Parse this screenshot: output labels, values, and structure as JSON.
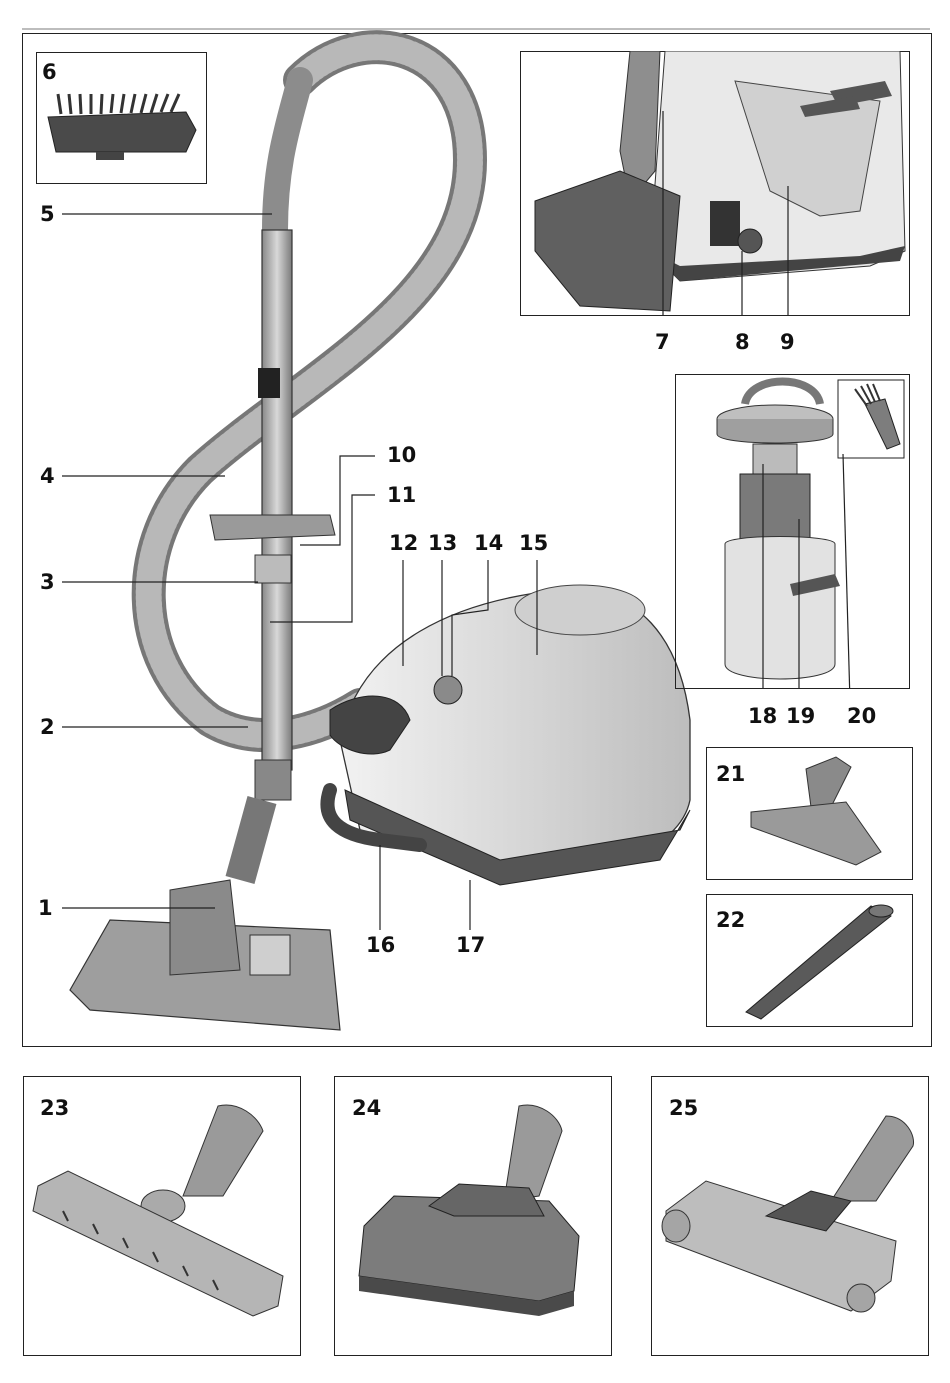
{
  "figure": {
    "main_labels": [
      "1",
      "2",
      "3",
      "4",
      "5",
      "6",
      "7",
      "8",
      "9",
      "10",
      "11",
      "12",
      "13",
      "14",
      "15",
      "16",
      "17",
      "18",
      "19",
      "20",
      "21",
      "22"
    ],
    "panel_labels": [
      "23",
      "24",
      "25"
    ]
  },
  "labels": {
    "l1": "1",
    "l2": "2",
    "l3": "3",
    "l4": "4",
    "l5": "5",
    "l6": "6",
    "l7": "7",
    "l8": "8",
    "l9": "9",
    "l10": "10",
    "l11": "11",
    "l12": "12",
    "l13": "13",
    "l14": "14",
    "l15": "15",
    "l16": "16",
    "l17": "17",
    "l18": "18",
    "l19": "19",
    "l20": "20",
    "l21": "21",
    "l22": "22",
    "l23": "23",
    "l24": "24",
    "l25": "25"
  },
  "colors": {
    "line": "#222222",
    "body": "#d9d9d9",
    "dark": "#4a4a4a",
    "mid": "#9a9a9a",
    "hose": "#a8a8a8"
  }
}
